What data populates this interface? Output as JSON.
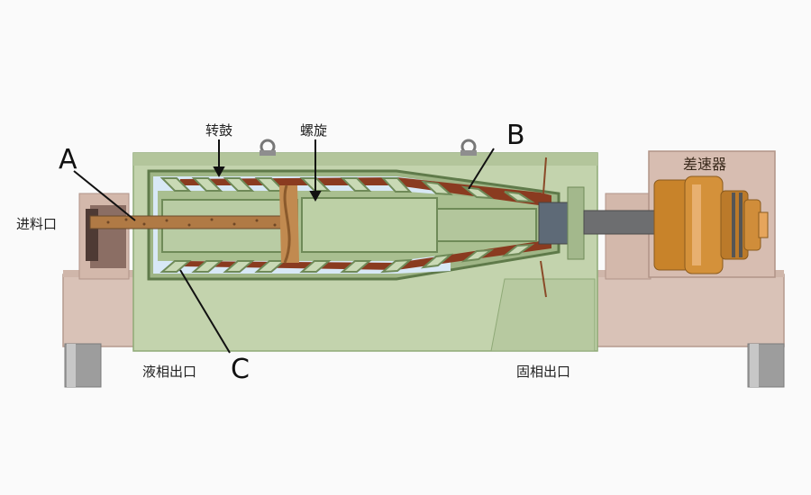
{
  "labels": {
    "a": "A",
    "b": "B",
    "c": "C",
    "drum": "转鼓",
    "screw": "螺旋",
    "feed_inlet": "进料口",
    "liquid_outlet": "液相出口",
    "solid_outlet": "固相出口",
    "differential": "差速器"
  },
  "colors": {
    "frame": "#d6bdb1",
    "frame_dark": "#b59a8e",
    "casing": "#c2d2ac",
    "casing_edge": "#8fa977",
    "drum_wall": "#6f8a58",
    "sediment": "#8a3b20",
    "liquid": "#d8e8f6",
    "feed_particles": "#a8743f",
    "gearbox": "#c8832a",
    "gearbox_light": "#e0a45a",
    "shaft": "#6d6e70",
    "feet": "#9a9a9a"
  }
}
